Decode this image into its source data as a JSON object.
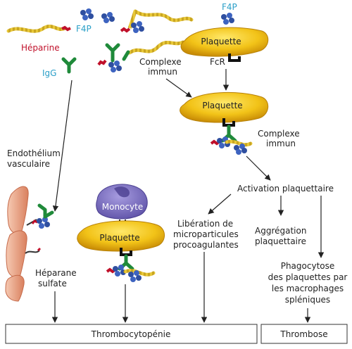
{
  "labels": {
    "heparine": "Héparine",
    "f4p_top_left": "F4P",
    "igg": "IgG",
    "f4p_top_right": "F4P",
    "plaquette_top": "Plaquette",
    "fcr": "FcR",
    "complexe_immun_left_1": "Complexe",
    "complexe_immun_left_2": "immun",
    "plaquette_middle": "Plaquette",
    "complexe_immun_right_1": "Complexe",
    "complexe_immun_right_2": "immun",
    "endothelium_1": "Endothélium",
    "endothelium_2": "vasculaire",
    "activation": "Activation plaquettaire",
    "monocyte": "Monocyte",
    "plaquette_bottom": "Plaquette",
    "liberation_1": "Libération de",
    "liberation_2": "microparticules",
    "liberation_3": "procoagulantes",
    "aggregation_1": "Aggrégation",
    "aggregation_2": "plaquettaire",
    "heparane_1": "Héparane",
    "heparane_2": "sulfate",
    "phago_1": "Phagocytose",
    "phago_2": "des plaquettes par",
    "phago_3": "les macrophages",
    "phago_4": "spléniques",
    "thrombocytopenie": "Thrombocytopénie",
    "thrombose": "Thrombose"
  },
  "colors": {
    "platelet": "#f2c318",
    "platelet_dark": "#d49a08",
    "heparin_chain": "#e8c838",
    "heparin_red": "#c0102a",
    "f4p_blue": "#2f4fa0",
    "igg_green": "#1f8a3a",
    "monocyte": "#7b6fc0",
    "endothelium": "#e39a7a",
    "receptor": "#222222"
  }
}
